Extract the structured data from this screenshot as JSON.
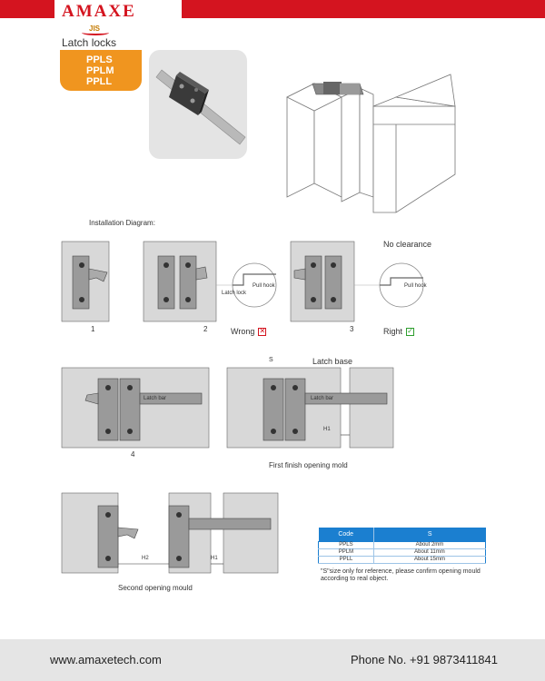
{
  "brand": {
    "name": "AMAXE",
    "sub": "JIS"
  },
  "title": "Latch locks",
  "models": [
    "PPLS",
    "PPLM",
    "PPLL"
  ],
  "install_heading": "Installation Diagram:",
  "fig": {
    "step1": "1",
    "step2": "2",
    "step3": "3",
    "step4": "4",
    "latch_lock": "Latch lock",
    "pull_hook": "Pull hook",
    "no_clearance": "No clearance",
    "wrong": "Wrong",
    "right": "Right",
    "latch_bar": "Latch bar",
    "latch_base": "Latch base",
    "s": "S",
    "h1": "H1",
    "h2": "H2",
    "first_caption": "First finish opening mold",
    "second_caption": "Second opening mould"
  },
  "table": {
    "headers": [
      "Code",
      "S"
    ],
    "rows": [
      [
        "PPLS",
        "About 2mm"
      ],
      [
        "PPLM",
        "About 11mm"
      ],
      [
        "PPLL",
        "About 15mm"
      ]
    ]
  },
  "note": "\"S\"size only for reference, please confirm opening mould according to real object.",
  "footer": {
    "website": "www.amaxetech.com",
    "phone": "Phone No. +91 9873411841"
  },
  "colors": {
    "brand_red": "#d4141f",
    "accent_orange": "#f0951f",
    "table_blue": "#1b7fd0",
    "wrong": "#d4141f",
    "right": "#2e9e2e"
  }
}
